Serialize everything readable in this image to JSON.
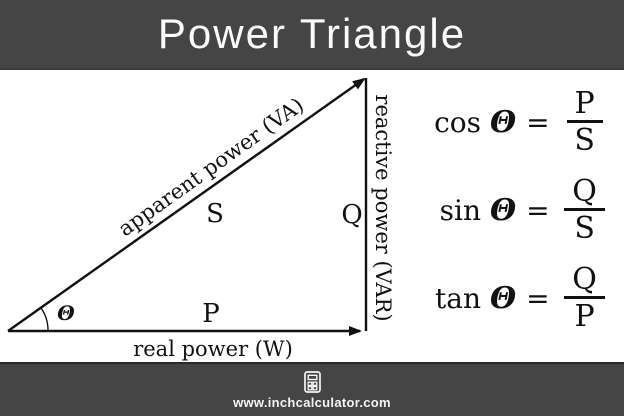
{
  "header": {
    "title": "Power Triangle"
  },
  "diagram": {
    "angle_symbol": "Θ",
    "hypotenuse": {
      "label": "apparent power (VA)",
      "symbol": "S"
    },
    "vertical": {
      "label": "reactive power (VAR)",
      "symbol": "Q"
    },
    "horizontal": {
      "label": "real power (W)",
      "symbol": "P"
    }
  },
  "equations": [
    {
      "fn": "cos",
      "theta": "Θ",
      "equals": "=",
      "numerator": "P",
      "denominator": "S"
    },
    {
      "fn": "sin",
      "theta": "Θ",
      "equals": "=",
      "numerator": "Q",
      "denominator": "S"
    },
    {
      "fn": "tan",
      "theta": "Θ",
      "equals": "=",
      "numerator": "Q",
      "denominator": "P"
    }
  ],
  "footer": {
    "icon": "calculator-icon",
    "url": "www.inchcalculator.com"
  },
  "colors": {
    "banner_bg": "#454545",
    "ink": "#111111",
    "text_on_banner": "#fbfbfb"
  }
}
